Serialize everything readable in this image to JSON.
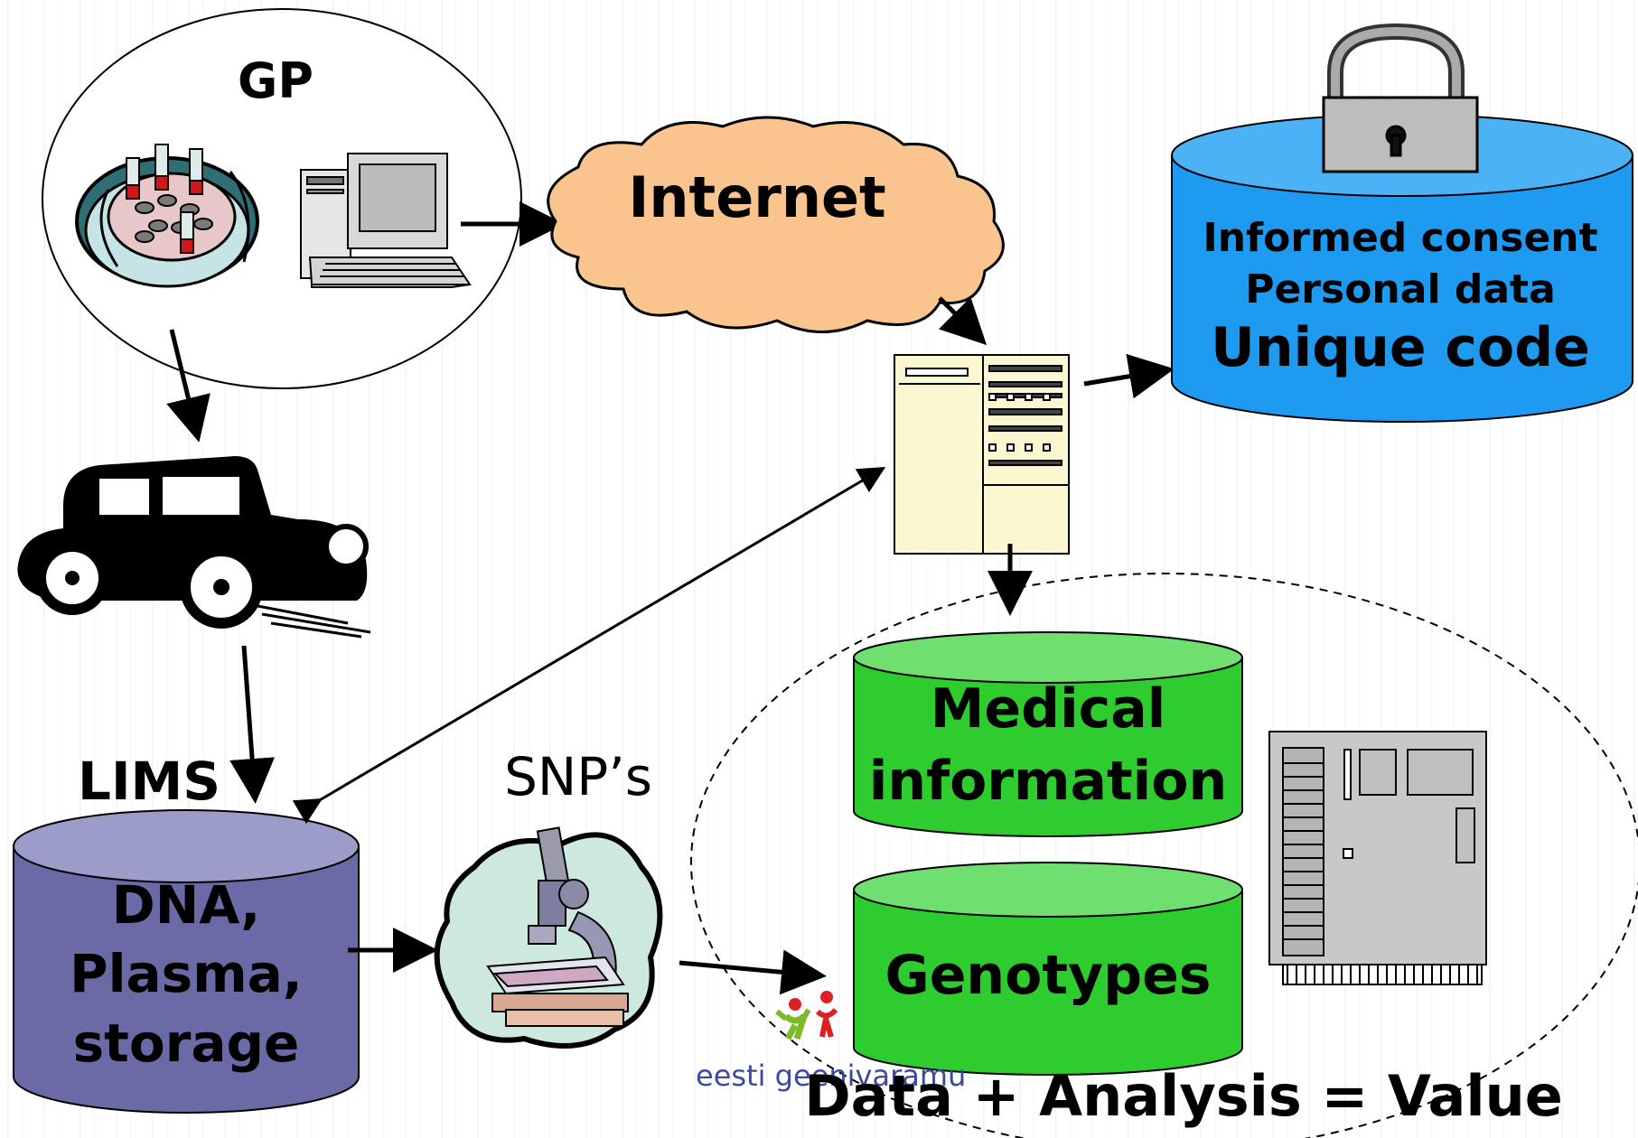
{
  "gp": {
    "label": "GP"
  },
  "internet": {
    "label": "Internet"
  },
  "consent_db": {
    "line1": "Informed consent",
    "line2": "Personal data",
    "line3": "Unique code"
  },
  "lims": {
    "label": "LIMS"
  },
  "dna_db": {
    "line1": "DNA,",
    "line2": "Plasma,",
    "line3": "storage"
  },
  "snp": {
    "label": "SNP’s"
  },
  "medical_db": {
    "line1": "Medical",
    "line2": "information"
  },
  "genotypes_db": {
    "label": "Genotypes"
  },
  "logo": {
    "text": "eesti geenivaramu"
  },
  "equation": {
    "text": "Data + Analysis = Value"
  },
  "colors": {
    "consent_db": "#1e9bf0",
    "medical_db": "#2ecc2e",
    "dna_db": "#6a6aa6",
    "cloud": "#f9c48d",
    "server": "#fbf7d0"
  },
  "icons": [
    "test-tube-rack-icon",
    "desktop-computer-icon",
    "cloud-icon",
    "padlock-icon",
    "server-form-icon",
    "vintage-car-icon",
    "microscope-icon",
    "circuit-board-icon",
    "logo-figures-icon"
  ]
}
